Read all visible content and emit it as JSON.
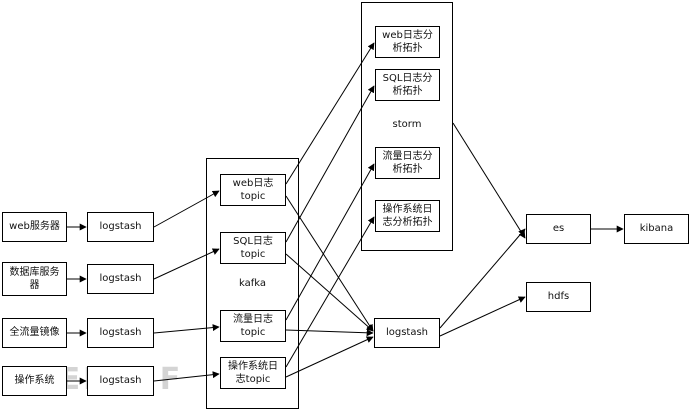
{
  "sources": [
    {
      "label": "web服务器"
    },
    {
      "label": "数据库服务器"
    },
    {
      "label": "全流量镜像"
    },
    {
      "label": "操作系统"
    }
  ],
  "shippers": [
    {
      "label": "logstash"
    },
    {
      "label": "logstash"
    },
    {
      "label": "logstash"
    },
    {
      "label": "logstash"
    }
  ],
  "kafka": {
    "label": "kafka",
    "topics": [
      {
        "label": "web日志topic"
      },
      {
        "label": "SQL日志topic"
      },
      {
        "label": "流量日志topic"
      },
      {
        "label": "操作系统日志topic"
      }
    ]
  },
  "storm": {
    "label": "storm",
    "tasks": [
      {
        "label": "web日志分析拓扑"
      },
      {
        "label": "SQL日志分析拓扑"
      },
      {
        "label": "流量日志分析拓扑"
      },
      {
        "label": "操作系统日志分析拓扑"
      }
    ]
  },
  "logstash_center": {
    "label": "logstash"
  },
  "es": {
    "label": "es"
  },
  "hdfs": {
    "label": "hdfs"
  },
  "kibana": {
    "label": "kibana"
  },
  "watermark": {
    "text": "FREEBUF"
  }
}
